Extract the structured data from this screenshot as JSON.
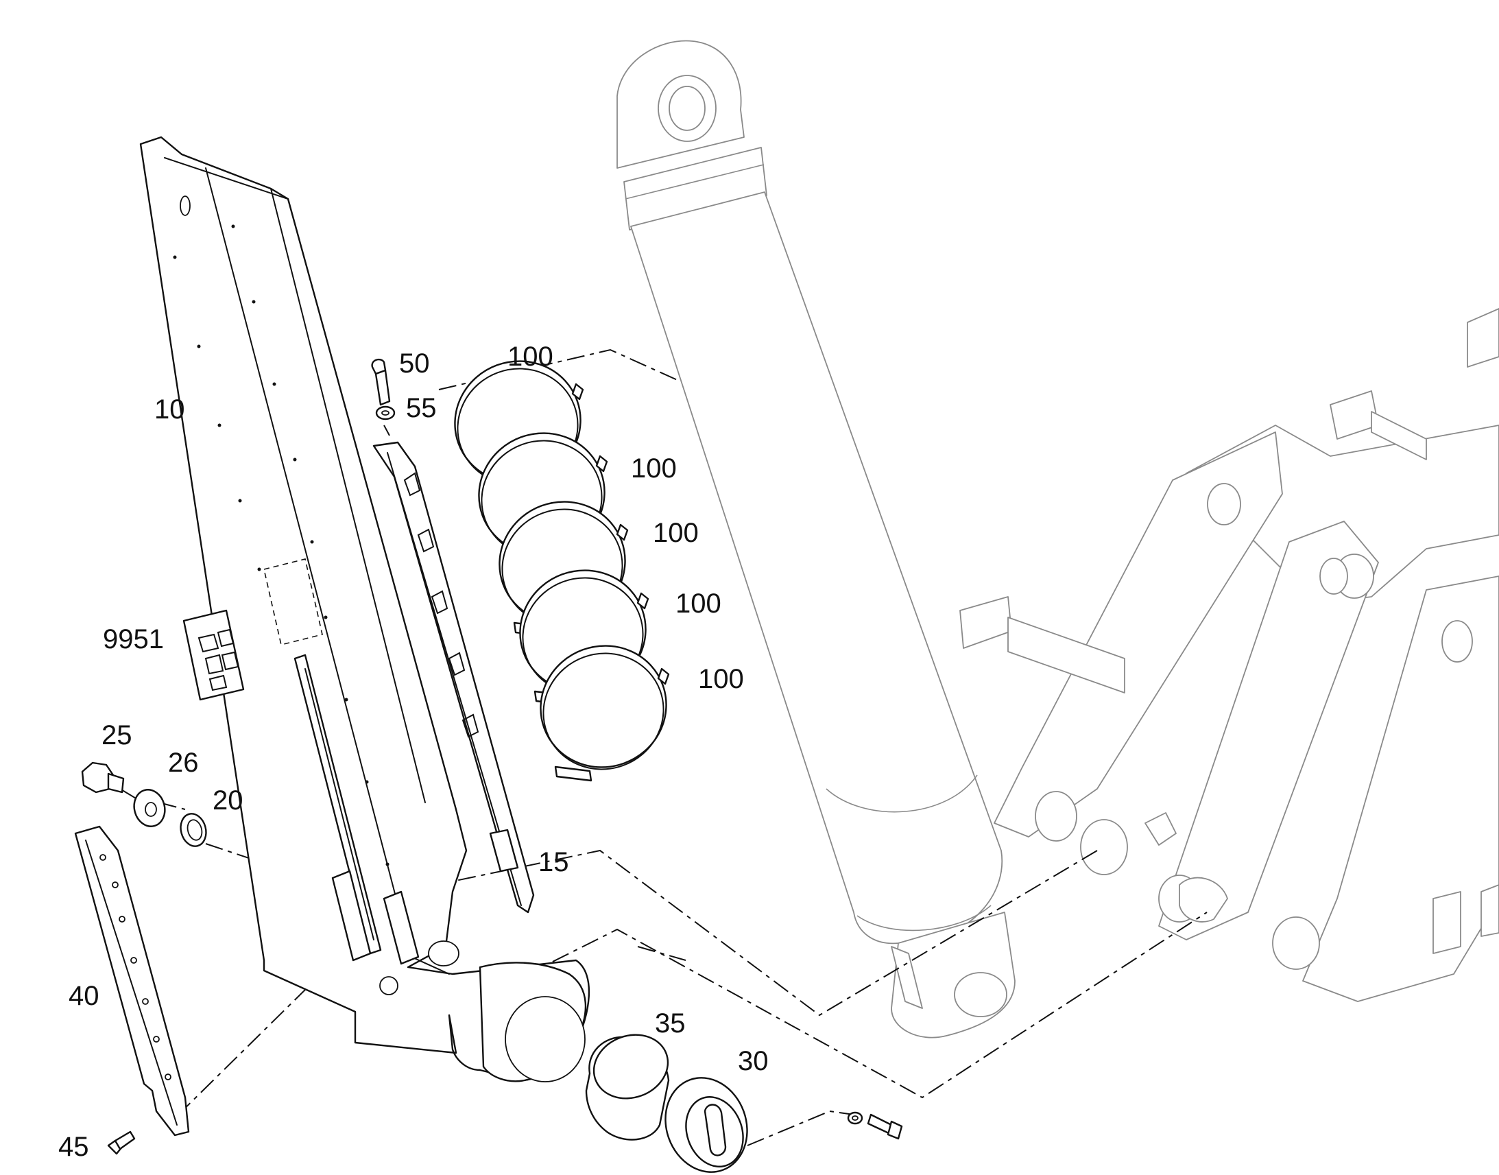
{
  "callouts": {
    "c10": "10",
    "c15": "15",
    "c20": "20",
    "c25": "25",
    "c26": "26",
    "c30": "30",
    "c35": "35",
    "c40": "40",
    "c45": "45",
    "c50": "50",
    "c55": "55",
    "c9951": "9951",
    "c100a": "100",
    "c100b": "100",
    "c100c": "100",
    "c100d": "100",
    "c100e": "100"
  },
  "colors": {
    "line": "#111111",
    "context": "#8a8a8a",
    "background": "#ffffff"
  }
}
